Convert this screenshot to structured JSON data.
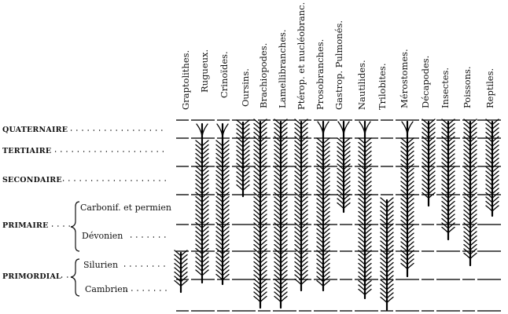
{
  "taxa": [
    {
      "id": "graptolithes",
      "label": "Graptolithes."
    },
    {
      "id": "rugueux",
      "label": "Rugueux."
    },
    {
      "id": "crinoides",
      "label": "Crinoïdes."
    },
    {
      "id": "oursins",
      "label": "Oursins."
    },
    {
      "id": "brachiopodes",
      "label": "Brachiopodes."
    },
    {
      "id": "lamellibranches",
      "label": "Lamellibranches."
    },
    {
      "id": "pterop",
      "label": "Ptérop. et nucléobranc."
    },
    {
      "id": "prosobranches",
      "label": "Prosobranches."
    },
    {
      "id": "gastrop",
      "label": "Gastrop. Pulmonés."
    },
    {
      "id": "nautilides",
      "label": "Nautilides."
    },
    {
      "id": "trilobites",
      "label": "Trilobites."
    },
    {
      "id": "merostomes",
      "label": "Mérostomes."
    },
    {
      "id": "decapodes",
      "label": "Décapodes."
    },
    {
      "id": "insectes",
      "label": "Insectes."
    },
    {
      "id": "poissons",
      "label": "Poissons."
    },
    {
      "id": "reptiles",
      "label": "Reptiles."
    }
  ],
  "eras": [
    {
      "id": "quaternaire",
      "label": "QUATERNAIRE"
    },
    {
      "id": "tertiaire",
      "label": "TERTIAIRE"
    },
    {
      "id": "secondaire",
      "label": "SECONDAIRE"
    },
    {
      "id": "primaire",
      "label": "PRIMAIRE"
    },
    {
      "id": "primordial",
      "label": "PRIMORDIAL"
    }
  ],
  "periods": [
    {
      "id": "carbonifere",
      "era": "primaire",
      "label": "Carbonif. et permien"
    },
    {
      "id": "devonien",
      "era": "primaire",
      "label": "Dévonien"
    },
    {
      "id": "silurien",
      "era": "primordial",
      "label": "Silurien"
    },
    {
      "id": "cambrien",
      "era": "primordial",
      "label": "Cambrien"
    }
  ]
}
